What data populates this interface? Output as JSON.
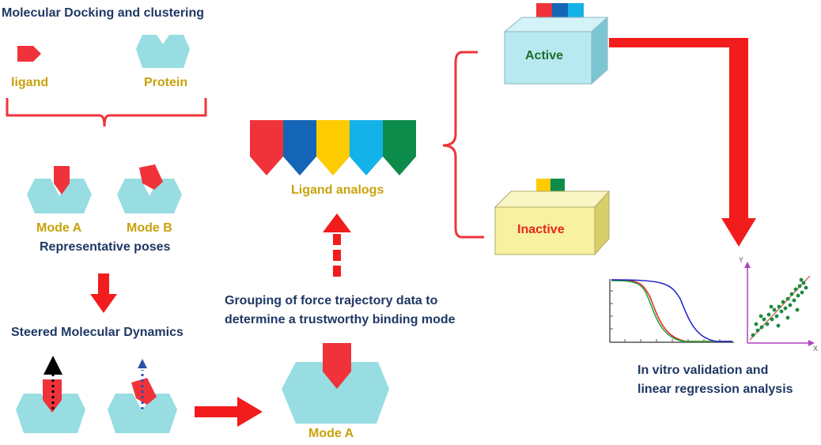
{
  "labels": {
    "docking_title": "Molecular Docking and clustering",
    "ligand": "ligand",
    "protein": "Protein",
    "mode_a": "Mode A",
    "mode_b": "Mode B",
    "representative_poses": "Representative poses",
    "smd_title": "Steered Molecular Dynamics",
    "grouping_line1": "Grouping of force trajectory data to",
    "grouping_line2": "determine a trustworthy binding mode",
    "mode_a_final": "Mode A",
    "ligand_analogs": "Ligand analogs",
    "active": "Active",
    "inactive": "Inactive",
    "validation_line1": "In vitro validation and",
    "validation_line2": "linear regression analysis",
    "axis_y": "Y",
    "axis_x": "X"
  },
  "colors": {
    "protein": "#97dde2",
    "ligand_red": "#f0333a",
    "analog_colors": [
      "#f0333a",
      "#1565b6",
      "#fecb00",
      "#13b2e8",
      "#0d8b4b"
    ],
    "arrow_red": "#f21c1c",
    "active_box_front": "#b8e9f0",
    "inactive_box_front": "#f7f1a0",
    "navy_text": "#1f3864",
    "gold_text": "#c9a20c",
    "active_text": "#1e6b2e",
    "inactive_text": "#e8261b"
  }
}
